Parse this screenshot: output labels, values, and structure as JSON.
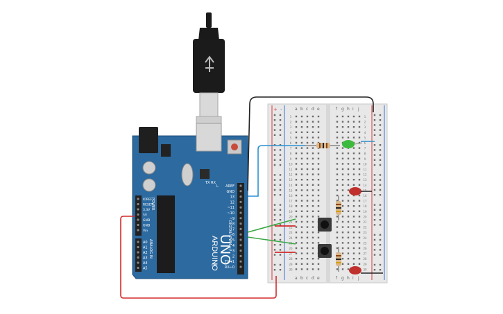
{
  "colors": {
    "board": "#2c6aa0",
    "board_edge": "#1f4f7a",
    "breadboard": "#e9e9e9",
    "rail_red": "#d63a3a",
    "rail_blue": "#3a6fd6",
    "wire_black": "#222222",
    "wire_blue": "#2b8fd0",
    "wire_green": "#3aa845",
    "wire_red": "#d42a2a",
    "led_green": "#3dba3d",
    "led_red": "#c0302c"
  },
  "arduino": {
    "logo": "ARDUINO",
    "model": "UNO",
    "header_digital_label": "DIGITAL (PWM ~)",
    "pins_top": [
      "AREF",
      "GND",
      "13",
      "12",
      "~11",
      "~10",
      "~9",
      "8",
      "7",
      "~6",
      "~5",
      "4",
      "~3",
      "2",
      "TX➜1",
      "RX←0"
    ],
    "power_label": "POWER",
    "power_pins": [
      "IOREF",
      "RESET",
      "3.3V",
      "5V",
      "GND",
      "GND",
      "Vin"
    ],
    "analog_label": "ANALOG IN",
    "analog_pins": [
      "A0",
      "A1",
      "A2",
      "A3",
      "A4",
      "A5"
    ],
    "tx_label": "TX",
    "rx_label": "RX",
    "l_label": "L",
    "on_label": "ON"
  },
  "breadboard": {
    "col_letters_left": [
      "a",
      "b",
      "c",
      "d",
      "e"
    ],
    "col_letters_right": [
      "f",
      "g",
      "h",
      "i",
      "j"
    ],
    "rail_plus": "+",
    "rail_minus": "-",
    "row_numbers": [
      "1",
      "2",
      "3",
      "4",
      "5",
      "6",
      "7",
      "8",
      "9",
      "10",
      "11",
      "12",
      "13",
      "14",
      "15",
      "16",
      "17",
      "18",
      "19",
      "20",
      "21",
      "22",
      "23",
      "24",
      "25",
      "26",
      "27",
      "28",
      "29",
      "30"
    ]
  }
}
